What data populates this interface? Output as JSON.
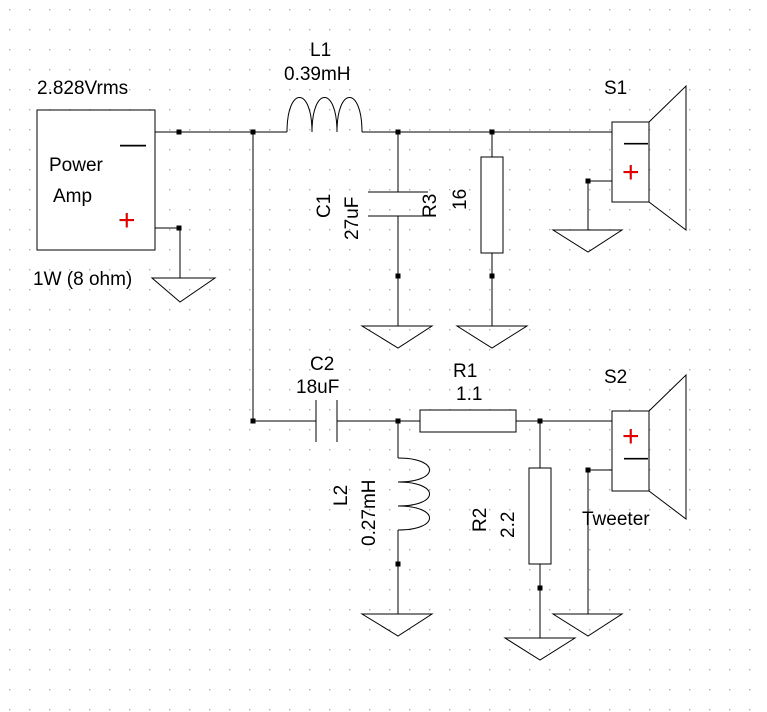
{
  "amp": {
    "voltage": "2.828Vrms",
    "name_line1": "Power",
    "name_line2": "Amp",
    "power": "1W (8 ohm)",
    "neg_sign": "—",
    "pos_sign": "+"
  },
  "l1": {
    "ref": "L1",
    "value": "0.39mH"
  },
  "c1": {
    "ref": "C1",
    "value": "27uF"
  },
  "r3": {
    "ref": "R3",
    "value": "16"
  },
  "s1": {
    "ref": "S1"
  },
  "c2": {
    "ref": "C2",
    "value": "18uF"
  },
  "r1": {
    "ref": "R1",
    "value": "1.1"
  },
  "l2": {
    "ref": "L2",
    "value": "0.27mH"
  },
  "r2": {
    "ref": "R2",
    "value": "2.2"
  },
  "s2": {
    "ref": "S2",
    "label": "Tweeter"
  },
  "colors": {
    "wire": "#000000",
    "sign": "#e00000",
    "grid": "#c8c8c8"
  }
}
